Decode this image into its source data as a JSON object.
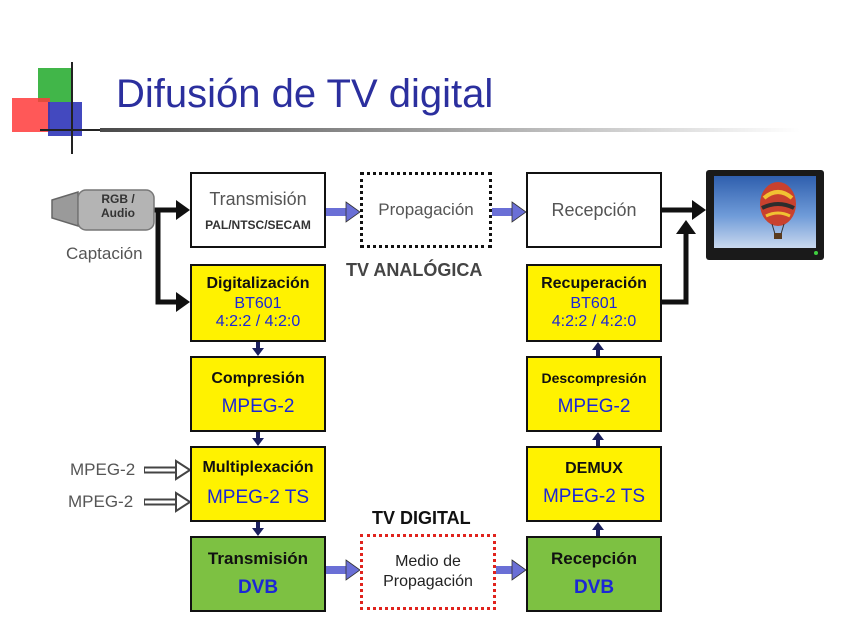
{
  "title": "Difusión de TV digital",
  "camera": {
    "label_line1": "RGB /",
    "label_line2": "Audio",
    "caption": "Captación"
  },
  "analog": {
    "section_label": "TV ANALÓGICA",
    "transmision": {
      "title": "Transmisión",
      "sub": "PAL/NTSC/SECAM"
    },
    "propagacion": "Propagación",
    "recepcion": "Recepción"
  },
  "digital": {
    "section_label": "TV DIGITAL",
    "tx_chain": [
      {
        "title": "Digitalización",
        "line1": "BT601",
        "line2": "4:2:2 / 4:2:0"
      },
      {
        "title": "Compresión",
        "line1": "MPEG-2"
      },
      {
        "title": "Multiplexación",
        "line1": "MPEG-2 TS"
      },
      {
        "title": "Transmisión",
        "line1": "DVB"
      }
    ],
    "medio": {
      "line1": "Medio de",
      "line2": "Propagación"
    },
    "rx_chain": [
      {
        "title": "Recuperación",
        "line1": "BT601",
        "line2": "4:2:2 / 4:2:0"
      },
      {
        "title": "Descompresión",
        "line1": "MPEG-2"
      },
      {
        "title": "DEMUX",
        "line1": "MPEG-2 TS"
      },
      {
        "title": "Recepción",
        "line1": "DVB"
      }
    ],
    "mux_inputs": [
      "MPEG-2",
      "MPEG-2"
    ]
  },
  "colors": {
    "title": "#2b2f9e",
    "yellow": "#fff200",
    "green": "#7dc142",
    "blue_text": "#1c27d6",
    "arrow_blue": "#6a6fd6",
    "red_dotted": "#e0231d"
  },
  "icons": [
    "video-camera-icon",
    "television-icon",
    "logo-squares-icon"
  ]
}
